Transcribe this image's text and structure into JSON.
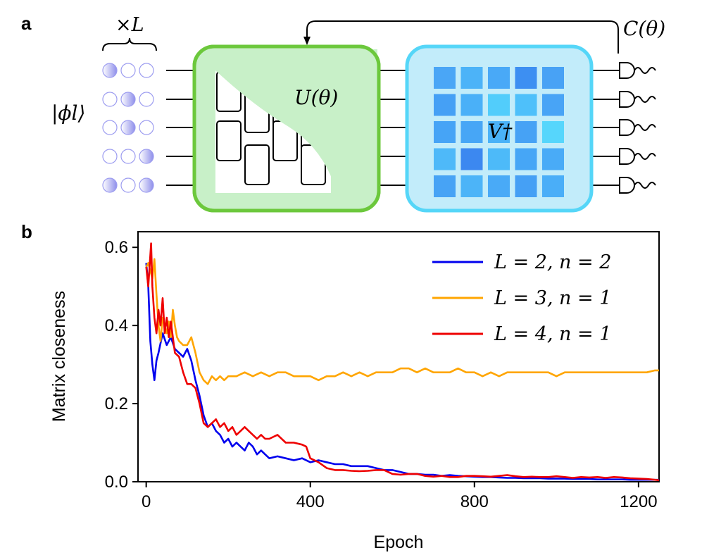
{
  "panel_a": {
    "label": "a",
    "repeat_label": "×L",
    "input_state_label": "|ϕl⟩",
    "unitary_label": "U(θ)",
    "target_label": "V†",
    "cost_label": "C(θ)",
    "mode_count": 5,
    "input_dot_pattern": [
      [
        1,
        0,
        0
      ],
      [
        0,
        1,
        0
      ],
      [
        0,
        1,
        0
      ],
      [
        0,
        0,
        1
      ],
      [
        1,
        0,
        1
      ]
    ],
    "target_matrix_shades": [
      [
        "#4aa6f6",
        "#4cb3f8",
        "#49a9f7",
        "#3d8ff2",
        "#48a2f5"
      ],
      [
        "#45a0f5",
        "#4ab0f8",
        "#52cdfb",
        "#4ec0fa",
        "#48a4f6"
      ],
      [
        "#46a4f6",
        "#47a6f6",
        "#4ab2f8",
        "#46a2f5",
        "#56d6fc"
      ],
      [
        "#4eb9f9",
        "#3c88f0",
        "#4dbaf9",
        "#46a6f6",
        "#49abf7"
      ],
      [
        "#47a3f5",
        "#4cb4f8",
        "#49aaf7",
        "#45a0f5",
        "#4aaef8"
      ]
    ],
    "colors": {
      "unitary_fill": "#c8f0c8",
      "unitary_border": "#6cc83c",
      "target_fill": "#c2ecfa",
      "target_border": "#55d6f8",
      "dot_color": "#9c9cf0"
    }
  },
  "panel_b": {
    "label": "b"
  },
  "chart_data": {
    "type": "line",
    "xlabel": "Epoch",
    "ylabel": "Matrix closeness",
    "xlim": [
      -20,
      1250
    ],
    "ylim": [
      0,
      0.64
    ],
    "xticks": [
      0,
      400,
      800,
      1200
    ],
    "yticks": [
      0.0,
      0.2,
      0.4,
      0.6
    ],
    "xtick_labels": [
      "0",
      "400",
      "800",
      "1200"
    ],
    "ytick_labels": [
      "0.0",
      "0.2",
      "0.4",
      "0.6"
    ],
    "grid": false,
    "legend_position": "top-right",
    "series": [
      {
        "name": "L = 2, n = 2",
        "color": "#0000ee",
        "x": [
          0,
          5,
          10,
          15,
          20,
          25,
          30,
          40,
          50,
          60,
          70,
          80,
          90,
          100,
          110,
          120,
          130,
          140,
          150,
          160,
          170,
          180,
          190,
          200,
          210,
          220,
          230,
          240,
          250,
          260,
          270,
          280,
          290,
          300,
          320,
          340,
          360,
          380,
          400,
          420,
          440,
          460,
          480,
          500,
          520,
          540,
          560,
          580,
          600,
          620,
          640,
          660,
          680,
          700,
          720,
          740,
          760,
          780,
          800,
          820,
          840,
          860,
          880,
          900,
          920,
          940,
          960,
          980,
          1000,
          1020,
          1040,
          1060,
          1080,
          1100,
          1120,
          1140,
          1160,
          1180,
          1200,
          1220,
          1240,
          1250
        ],
        "y": [
          0.56,
          0.5,
          0.36,
          0.3,
          0.26,
          0.31,
          0.33,
          0.38,
          0.35,
          0.37,
          0.34,
          0.33,
          0.32,
          0.34,
          0.31,
          0.26,
          0.22,
          0.17,
          0.14,
          0.15,
          0.13,
          0.12,
          0.1,
          0.11,
          0.09,
          0.1,
          0.09,
          0.08,
          0.1,
          0.09,
          0.07,
          0.08,
          0.07,
          0.06,
          0.065,
          0.06,
          0.055,
          0.06,
          0.05,
          0.055,
          0.05,
          0.045,
          0.045,
          0.04,
          0.04,
          0.04,
          0.035,
          0.03,
          0.03,
          0.025,
          0.02,
          0.02,
          0.018,
          0.018,
          0.015,
          0.017,
          0.015,
          0.014,
          0.013,
          0.012,
          0.012,
          0.011,
          0.01,
          0.01,
          0.009,
          0.009,
          0.009,
          0.008,
          0.008,
          0.008,
          0.007,
          0.007,
          0.007,
          0.006,
          0.006,
          0.006,
          0.006,
          0.005,
          0.005,
          0.005,
          0.005,
          0.005
        ]
      },
      {
        "name": "L = 3, n = 1",
        "color": "#ffa500",
        "x": [
          0,
          5,
          10,
          15,
          20,
          25,
          30,
          35,
          40,
          45,
          50,
          55,
          60,
          65,
          70,
          75,
          80,
          90,
          100,
          110,
          120,
          130,
          140,
          150,
          160,
          170,
          180,
          190,
          200,
          220,
          240,
          260,
          280,
          300,
          320,
          340,
          360,
          380,
          400,
          420,
          440,
          460,
          480,
          500,
          520,
          540,
          560,
          580,
          600,
          620,
          640,
          660,
          680,
          700,
          720,
          740,
          760,
          780,
          800,
          820,
          840,
          860,
          880,
          900,
          920,
          940,
          960,
          980,
          1000,
          1020,
          1040,
          1060,
          1080,
          1100,
          1120,
          1140,
          1160,
          1180,
          1200,
          1220,
          1240,
          1250
        ],
        "y": [
          0.55,
          0.56,
          0.54,
          0.52,
          0.57,
          0.48,
          0.4,
          0.36,
          0.42,
          0.4,
          0.38,
          0.41,
          0.37,
          0.44,
          0.4,
          0.37,
          0.36,
          0.35,
          0.35,
          0.37,
          0.33,
          0.28,
          0.26,
          0.25,
          0.27,
          0.26,
          0.27,
          0.26,
          0.27,
          0.27,
          0.28,
          0.27,
          0.28,
          0.27,
          0.28,
          0.28,
          0.27,
          0.27,
          0.27,
          0.26,
          0.27,
          0.27,
          0.28,
          0.27,
          0.28,
          0.27,
          0.28,
          0.28,
          0.28,
          0.29,
          0.29,
          0.28,
          0.29,
          0.28,
          0.28,
          0.28,
          0.29,
          0.28,
          0.28,
          0.27,
          0.28,
          0.27,
          0.28,
          0.28,
          0.28,
          0.28,
          0.28,
          0.28,
          0.27,
          0.28,
          0.28,
          0.28,
          0.28,
          0.28,
          0.28,
          0.28,
          0.28,
          0.28,
          0.28,
          0.28,
          0.285,
          0.285
        ]
      },
      {
        "name": "L = 4, n = 1",
        "color": "#ee0000",
        "x": [
          0,
          5,
          10,
          12,
          15,
          20,
          25,
          30,
          35,
          40,
          45,
          50,
          55,
          60,
          70,
          80,
          90,
          100,
          110,
          120,
          130,
          140,
          150,
          160,
          170,
          180,
          190,
          200,
          210,
          220,
          230,
          240,
          250,
          260,
          270,
          280,
          290,
          300,
          320,
          340,
          360,
          380,
          390,
          400,
          420,
          440,
          460,
          480,
          500,
          520,
          540,
          560,
          580,
          600,
          620,
          640,
          660,
          680,
          700,
          720,
          740,
          760,
          780,
          800,
          820,
          840,
          860,
          880,
          900,
          920,
          940,
          960,
          980,
          1000,
          1020,
          1040,
          1060,
          1080,
          1100,
          1120,
          1140,
          1160,
          1180,
          1200,
          1220,
          1240,
          1250
        ],
        "y": [
          0.55,
          0.5,
          0.58,
          0.61,
          0.5,
          0.42,
          0.38,
          0.44,
          0.4,
          0.47,
          0.38,
          0.42,
          0.37,
          0.41,
          0.33,
          0.32,
          0.28,
          0.25,
          0.25,
          0.24,
          0.2,
          0.15,
          0.14,
          0.15,
          0.16,
          0.14,
          0.15,
          0.13,
          0.14,
          0.12,
          0.13,
          0.14,
          0.13,
          0.12,
          0.11,
          0.12,
          0.11,
          0.11,
          0.12,
          0.1,
          0.1,
          0.095,
          0.09,
          0.06,
          0.05,
          0.035,
          0.03,
          0.03,
          0.028,
          0.027,
          0.028,
          0.03,
          0.03,
          0.02,
          0.018,
          0.02,
          0.02,
          0.015,
          0.013,
          0.015,
          0.012,
          0.012,
          0.015,
          0.015,
          0.014,
          0.013,
          0.015,
          0.017,
          0.014,
          0.012,
          0.013,
          0.012,
          0.012,
          0.014,
          0.012,
          0.01,
          0.012,
          0.011,
          0.012,
          0.01,
          0.012,
          0.011,
          0.009,
          0.008,
          0.007,
          0.005,
          0.004
        ]
      }
    ]
  }
}
